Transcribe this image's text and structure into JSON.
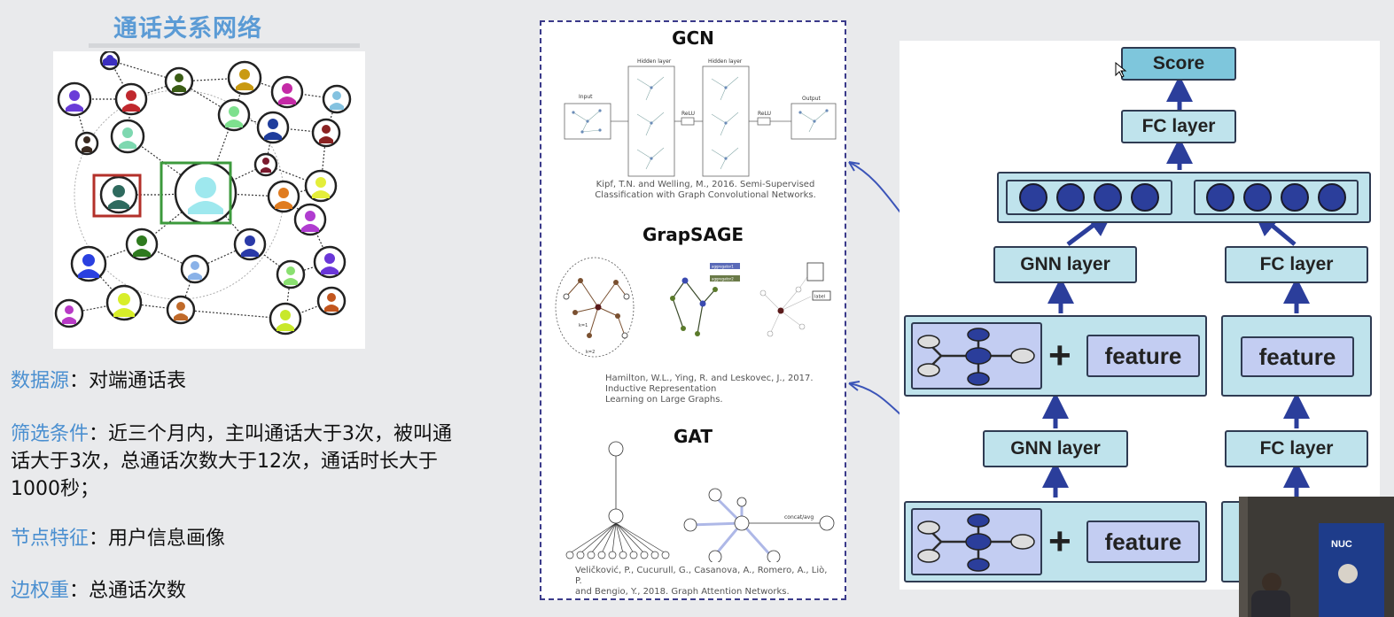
{
  "left": {
    "title": "通话关系网络",
    "info": [
      {
        "key": "数据源",
        "sep": "：",
        "value": "对端通话表"
      },
      {
        "key": "筛选条件",
        "sep": "：",
        "value": "近三个月内，主叫通话大于3次，被叫通话大于3次，总通话次数大于12次，通话时长大于1000秒；"
      },
      {
        "key": "节点特征",
        "sep": "：",
        "value": "用户信息画像"
      },
      {
        "key": "边权重",
        "sep": "：",
        "value": "总通话次数"
      }
    ]
  },
  "papers": {
    "gcn": {
      "title": "GCN",
      "labels": {
        "input": "Input",
        "hidden1": "Hidden layer",
        "hidden2": "Hidden layer",
        "relu1": "ReLU",
        "relu2": "ReLU",
        "output": "Output"
      },
      "cite": [
        "Kipf, T.N. and Welling, M., 2016. Semi-Supervised",
        "Classification with Graph Convolutional Networks."
      ]
    },
    "sage": {
      "title": "GrapSAGE",
      "labels": {
        "k1": "k=1",
        "k2": "k=2",
        "label": "label",
        "agg1": "aggregator1",
        "agg2": "aggregator2"
      },
      "cite": [
        "Hamilton, W.L., Ying, R. and Leskovec, J., 2017. Inductive Representation",
        "Learning on Large Graphs."
      ]
    },
    "gat": {
      "title": "GAT",
      "labels": {
        "concat": "concat/avg"
      },
      "cite": [
        "Veličković, P., Cucurull, G., Casanova, A., Romero, A., Liò, P.",
        "and Bengio, Y., 2018. Graph Attention Networks."
      ]
    }
  },
  "arch": {
    "score": "Score",
    "fc_top": "FC layer",
    "gnn_upper": "GNN layer",
    "fc_right_upper": "FC layer",
    "feature_mid_left": "feature",
    "feature_mid_right": "feature",
    "gnn_lower": "GNN layer",
    "fc_right_lower": "FC layer",
    "feature_bottom_left": "feature",
    "plus": "+",
    "colors": {
      "box": "#bfe3ec",
      "feature": "#c3cdf2",
      "arrow": "#2b3e9b",
      "node_dark": "#2b3e9b"
    }
  },
  "video": {
    "logo": "NUC"
  }
}
